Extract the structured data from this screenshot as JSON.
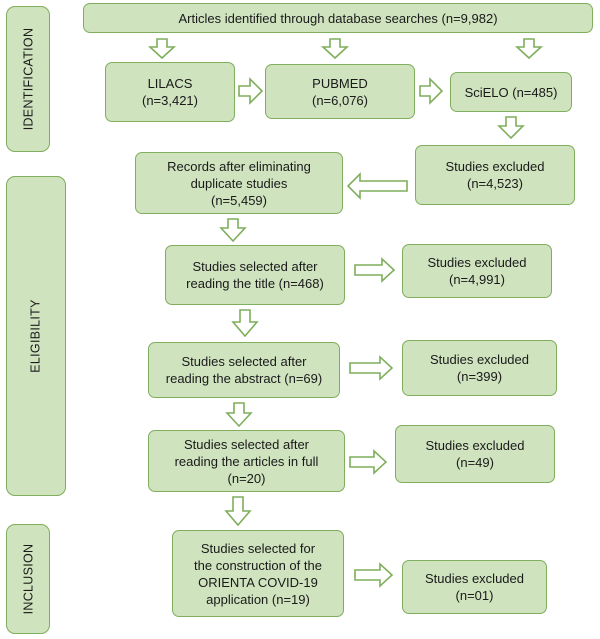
{
  "stages": {
    "identification": "IDENTIFICATION",
    "eligibility": "ELIGIBILITY",
    "inclusion": "INCLUSION"
  },
  "nodes": {
    "identified": "Articles identified through database searches (n=9,982)",
    "lilacs": "LILACS\n(n=3,421)",
    "pubmed": "PUBMED\n(n=6,076)",
    "scielo": "SciELO (n=485)",
    "excluded_1": "Studies excluded\n(n=4,523)",
    "after_duplicates": "Records after eliminating\nduplicate studies\n(n=5,459)",
    "title_selected": "Studies selected after\nreading the title (n=468)",
    "excluded_2": "Studies excluded\n(n=4,991)",
    "abstract_selected": "Studies selected after\nreading the abstract (n=69)",
    "excluded_3": "Studies excluded\n(n=399)",
    "fulltext_selected": "Studies selected after\nreading the articles in full\n(n=20)",
    "excluded_4": "Studies excluded\n(n=49)",
    "final_selected": "Studies selected for\nthe construction of the\nORIENTA COVID-19\napplication (n=19)",
    "excluded_5": "Studies excluded\n(n=01)"
  },
  "colors": {
    "box_fill": "#cfe3bf",
    "box_border": "#7fae5c",
    "arrow_fill": "#ffffff"
  }
}
